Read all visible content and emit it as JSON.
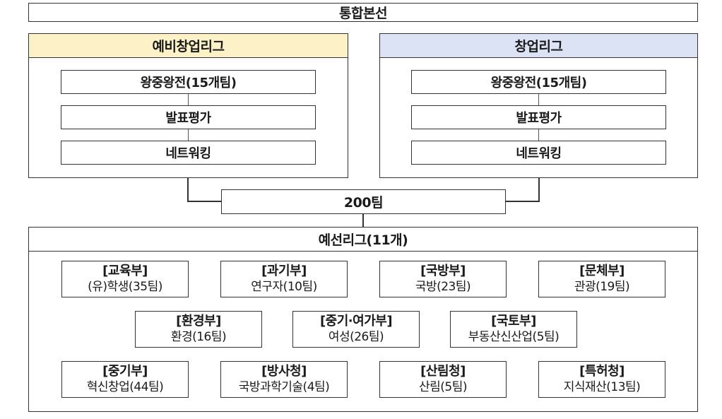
{
  "top_banner": "통합본선",
  "pre_startup_league": {
    "title": "예비창업리그",
    "header_color": "#fdf1c7",
    "stages": [
      "왕중왕전(15개팀)",
      "발표평가",
      "네트워킹"
    ]
  },
  "startup_league": {
    "title": "창업리그",
    "header_color": "#dbe3f5",
    "stages": [
      "왕중왕전(15개팀)",
      "발표평가",
      "네트워킹"
    ]
  },
  "merge_box": "200팀",
  "preliminary": {
    "title": "예선리그(11개)",
    "departments": [
      {
        "name": "[교육부]",
        "detail": "(유)학생(35팀)"
      },
      {
        "name": "[과기부]",
        "detail": "연구자(10팀)"
      },
      {
        "name": "[국방부]",
        "detail": "국방(23팀)"
      },
      {
        "name": "[문체부]",
        "detail": "관광(19팀)"
      },
      {
        "name": "[환경부]",
        "detail": "환경(16팀)"
      },
      {
        "name": "[중기·여가부]",
        "detail": "여성(26팀)"
      },
      {
        "name": "[국토부]",
        "detail": "부동산신산업(5팀)"
      },
      {
        "name": "[중기부]",
        "detail": "혁신창업(44팀)"
      },
      {
        "name": "[방사청]",
        "detail": "국방과학기술(4팀)"
      },
      {
        "name": "[산림청]",
        "detail": "산림(5팀)"
      },
      {
        "name": "[특허청]",
        "detail": "지식재산(13팀)"
      }
    ]
  }
}
